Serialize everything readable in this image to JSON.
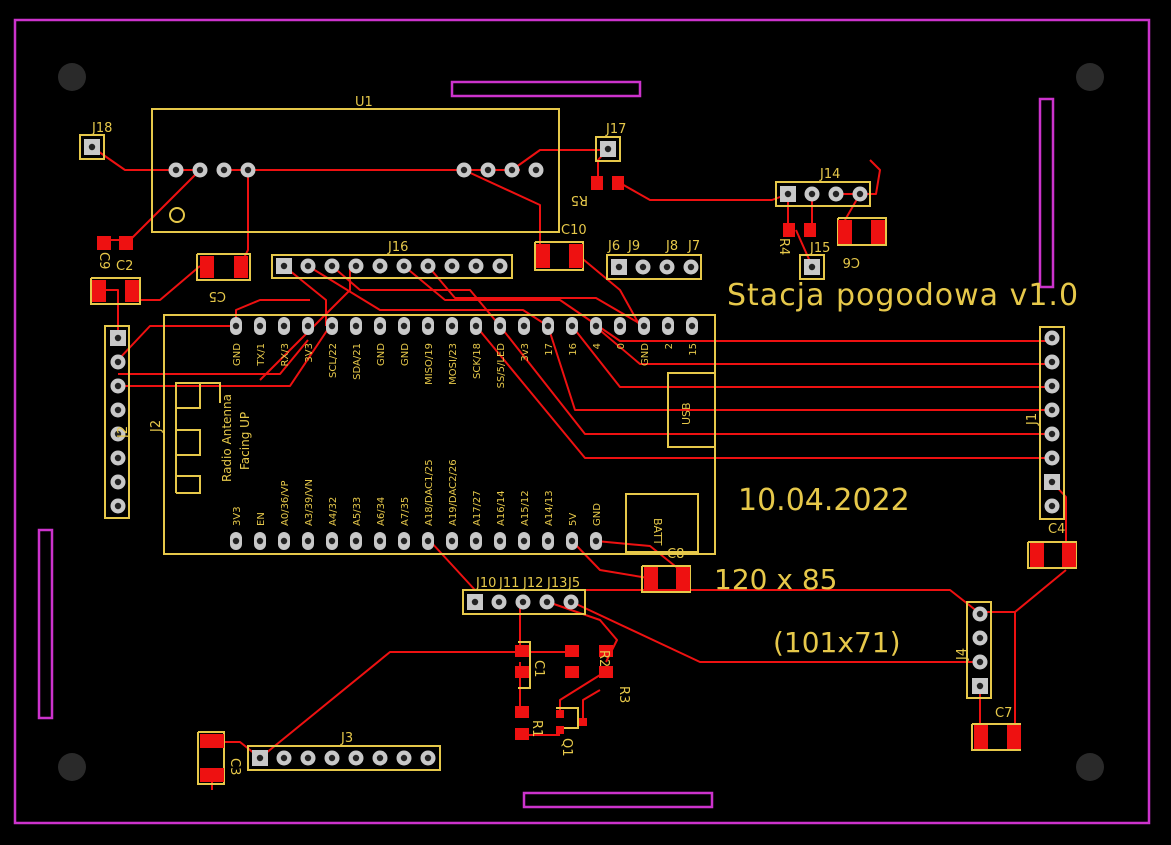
{
  "colors": {
    "background": "#000000",
    "edge": "#cc33cc",
    "silk": "#e6c84a",
    "copper": "#ee1111",
    "pad": "#c8c8c8",
    "hole": "#2a2a2a"
  },
  "labels": {
    "title": "Stacja pogodowa v1.0",
    "date": "10.04.2022",
    "size": "120 x 85",
    "inner_size": "(101x71)",
    "antenna_line1": "Radio Antenna",
    "antenna_line2": "Facing UP",
    "usb": "USB",
    "batt": "BATT"
  },
  "refs": {
    "U1": "U1",
    "J16": "J16",
    "J17": "J17",
    "J18": "J18",
    "J14": "J14",
    "J15": "J15",
    "J1": "J1",
    "J2": "J2",
    "J3": "J3",
    "J4": "J4",
    "J6": "J6",
    "J7": "J7",
    "J8": "J8",
    "J9": "J9",
    "J10": "J10",
    "J11": "J11",
    "J12": "J12",
    "J13": "J13",
    "J5": "J5",
    "C1": "C1",
    "C2": "C2",
    "C3": "C3",
    "C4": "C4",
    "C5": "C5",
    "C6": "C6",
    "C7": "C7",
    "C8": "C8",
    "C9": "C9",
    "C10": "C10",
    "R1": "R1",
    "R2": "R2",
    "R3": "R3",
    "R4": "R4",
    "R5": "R5",
    "Q1": "Q1"
  },
  "esp_top_pins": [
    "GND",
    "TX/1",
    "RX/3",
    "3V3",
    "SCL/22",
    "SDA/21",
    "GND",
    "GND",
    "MISO/19",
    "MOSI/23",
    "SCK/18",
    "SS/5/LED",
    "3v3",
    "17",
    "16",
    "4",
    "0",
    "GND",
    "2",
    "15"
  ],
  "esp_bottom_pins": [
    "3V3",
    "EN",
    "A0/36/VP",
    "A3/39/VN",
    "A4/32",
    "A5/33",
    "A6/34",
    "A7/35",
    "A18/DAC1/25",
    "A19/DAC2/26",
    "A17/27",
    "A16/14",
    "A15/12",
    "A14/13",
    "5V",
    "GND"
  ]
}
